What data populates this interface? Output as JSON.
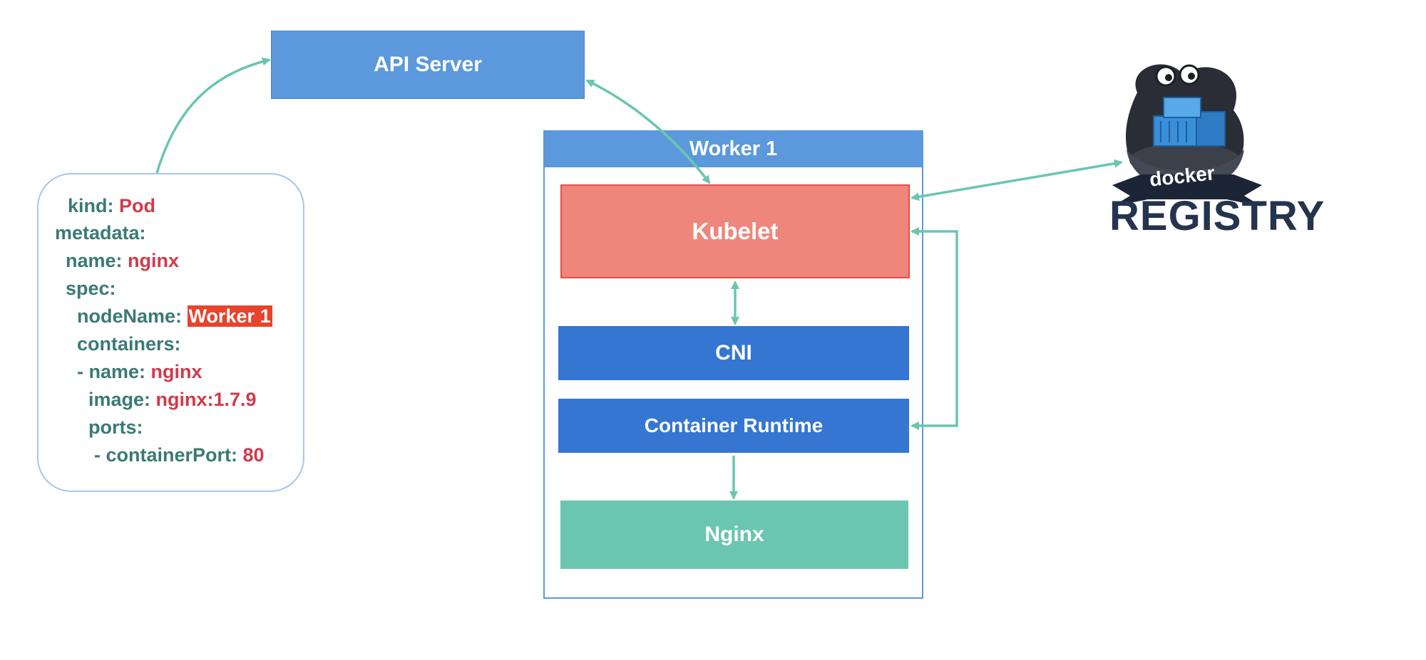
{
  "api_server": {
    "label": "API Server"
  },
  "worker": {
    "title": "Worker 1",
    "kubelet": "Kubelet",
    "cni": "CNI",
    "runtime": "Container Runtime",
    "nginx": "Nginx"
  },
  "yaml": {
    "kind_key": "kind: ",
    "kind_val": "Pod",
    "metadata_key": "metadata:",
    "name_key": "name: ",
    "name_val": "nginx",
    "spec_key": "spec:",
    "nodename_key": "nodeName: ",
    "nodename_val": "Worker 1",
    "containers_key": "containers:",
    "cname_key": "- name: ",
    "cname_val": "nginx",
    "image_key": "image: ",
    "image_val": "nginx:1.7.9",
    "ports_key": "ports:",
    "port_key": "- containerPort: ",
    "port_val": "80"
  },
  "registry": {
    "brand": "docker",
    "label": "REGISTRY"
  },
  "colors": {
    "arrow": "#6ac6b0",
    "api_blue": "#5b98dc",
    "dark_blue": "#3476d2",
    "kubelet_red": "#ef867c",
    "nginx_green": "#6ac6b0",
    "yaml_key": "#3a7a74",
    "yaml_value": "#d13a4a"
  }
}
